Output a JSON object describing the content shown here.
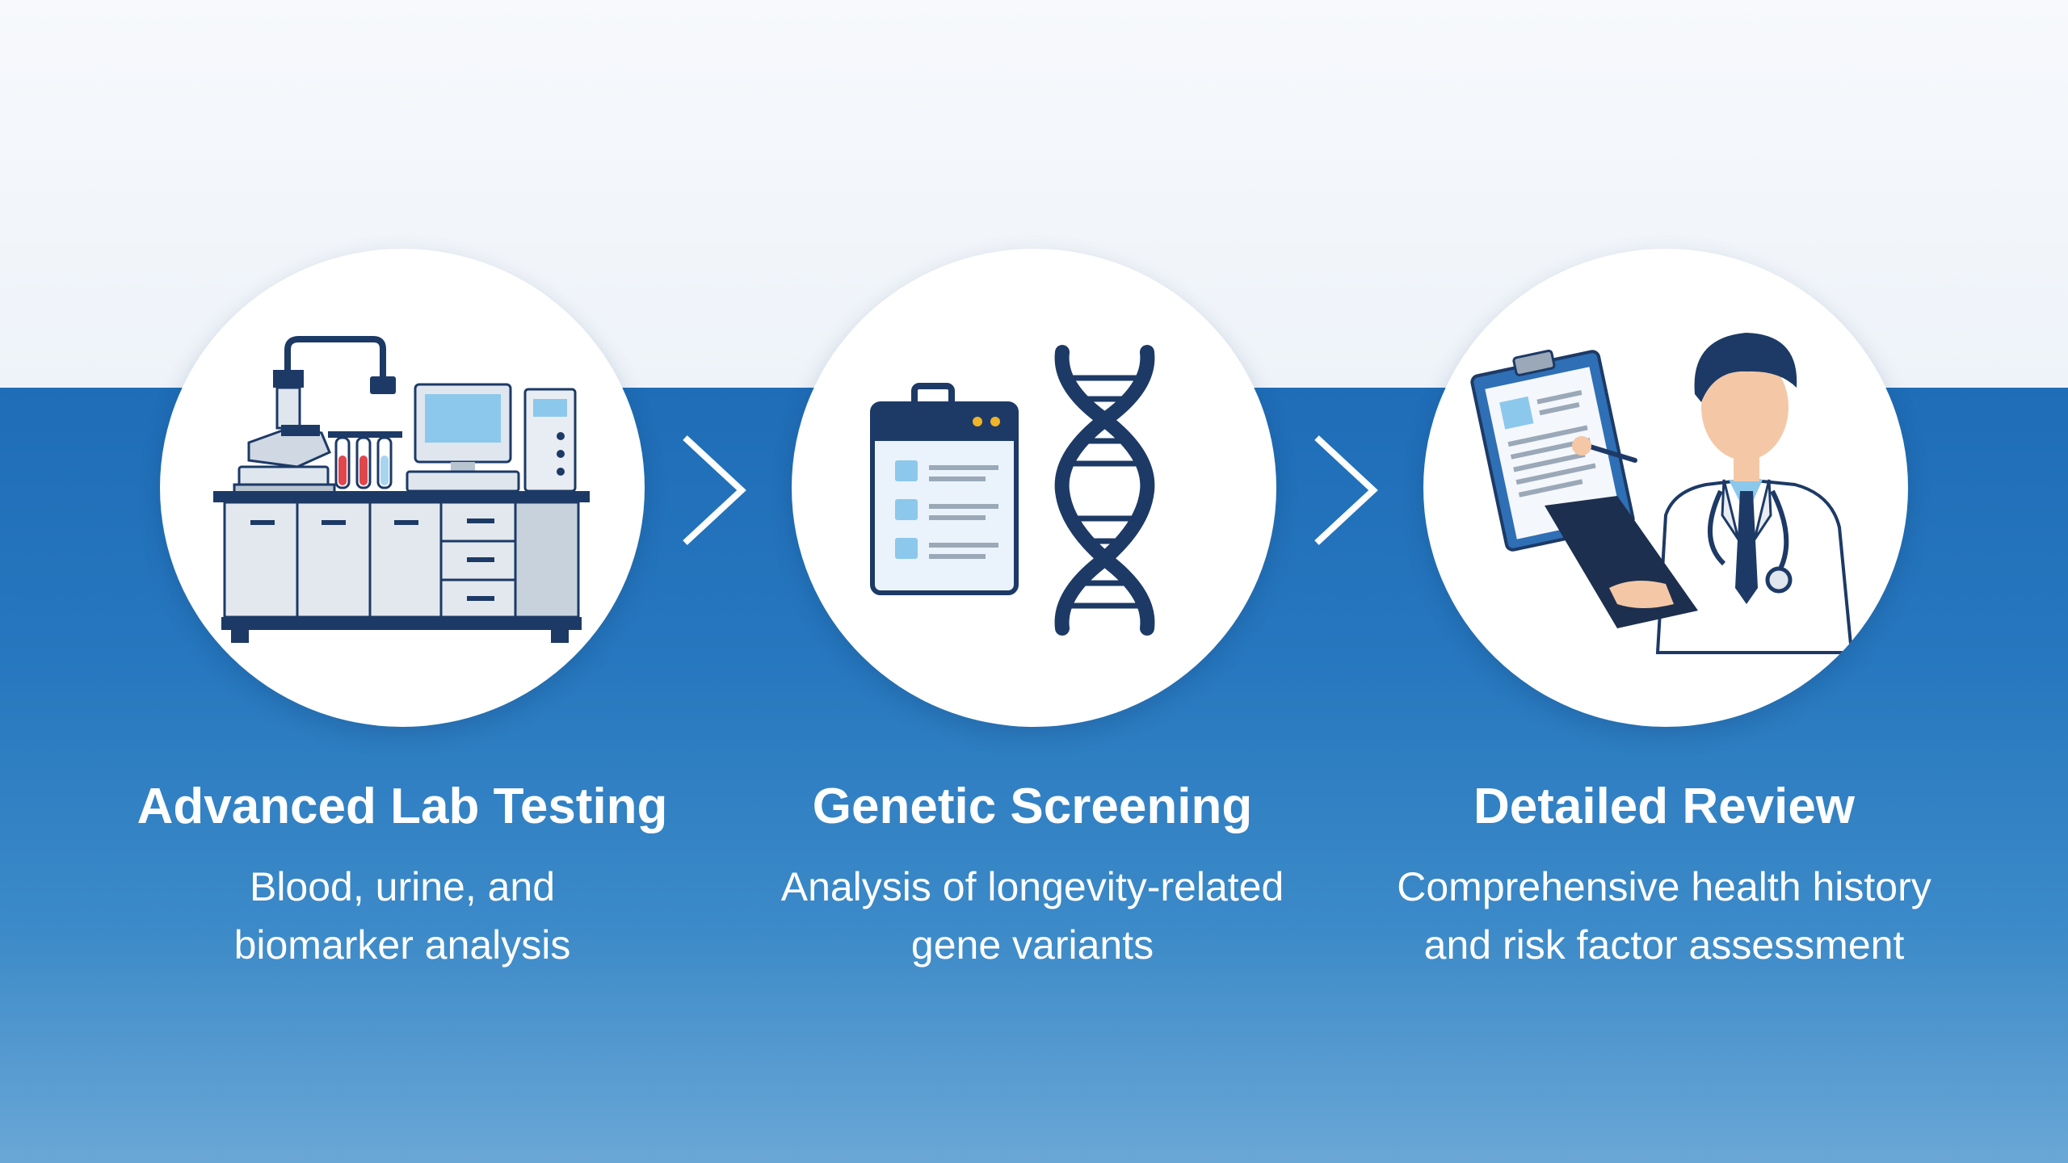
{
  "colors": {
    "navy": "#1d3a66",
    "accent_blue": "#2677bf",
    "light_blue": "#a9d4ee",
    "red": "#e0474c",
    "white": "#ffffff"
  },
  "steps": [
    {
      "title": "Advanced Lab Testing",
      "description": [
        "Blood, urine, and",
        "biomarker analysis"
      ],
      "icon": "lab-bench-icon"
    },
    {
      "title": "Genetic Screening",
      "description": [
        "Analysis of longevity-related",
        "gene variants"
      ],
      "icon": "dna-clipboard-icon"
    },
    {
      "title": "Detailed Review",
      "description": [
        "Comprehensive health history",
        "and risk factor assessment"
      ],
      "icon": "doctor-clipboard-icon"
    }
  ],
  "arrow_icon": "chevron-right-icon"
}
